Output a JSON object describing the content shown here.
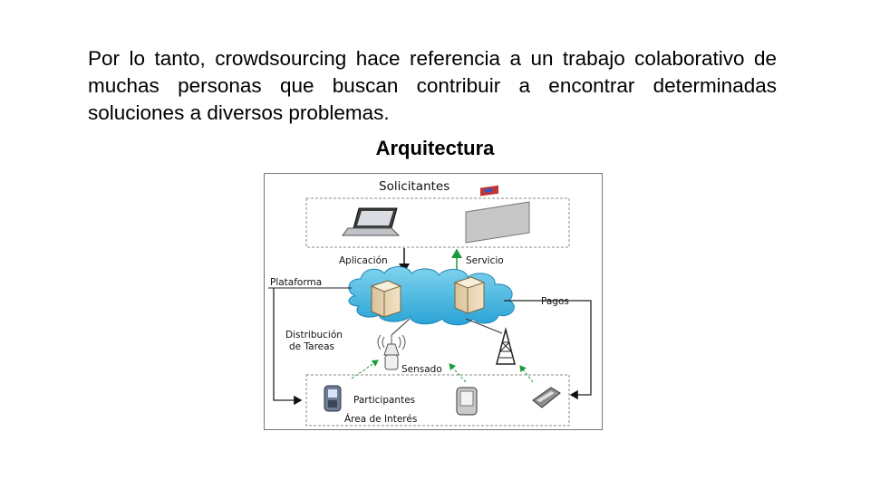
{
  "text": {
    "paragraph": "Por lo tanto, crowdsourcing hace referencia a un trabajo colaborativo de muchas personas que buscan contribuir a encontrar determinadas soluciones a diversos problemas.",
    "heading": "Arquitectura"
  },
  "diagram": {
    "requesters": "Solicitantes",
    "application": "Aplicación",
    "service": "Servicio",
    "platform": "Plataforma",
    "payments": "Pagos",
    "task_distribution_line1": "Distribución",
    "task_distribution_line2": "de Tareas",
    "sensing": "Sensado",
    "participants": "Participantes",
    "area_of_interest": "Área de Interés"
  }
}
